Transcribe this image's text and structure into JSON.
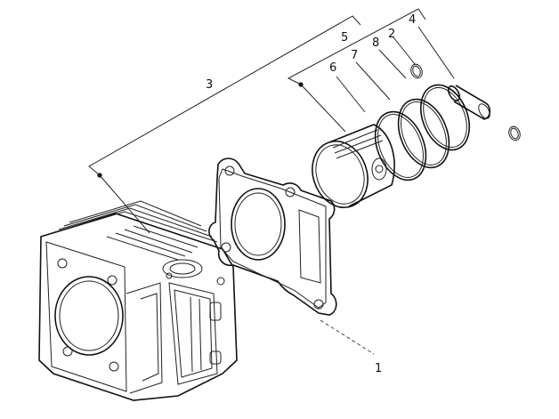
{
  "diagram": {
    "labels": {
      "part_1": "1",
      "part_2": "2",
      "part_3": "3",
      "part_4": "4",
      "part_5": "5",
      "part_6": "6",
      "part_7": "7",
      "part_8": "8"
    }
  }
}
